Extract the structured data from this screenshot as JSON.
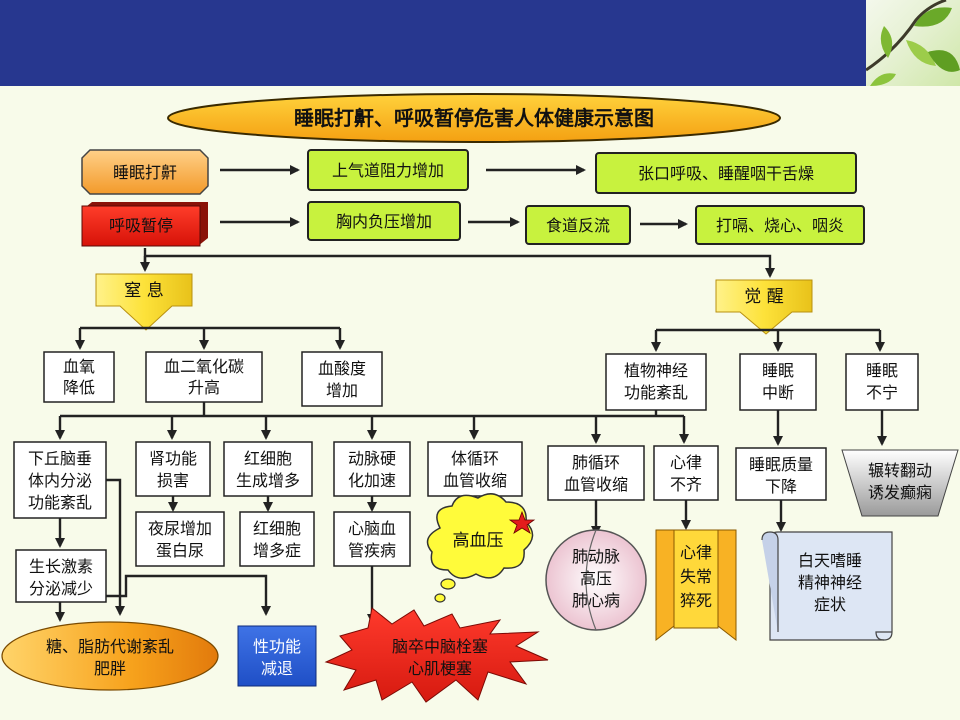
{
  "title": "睡眠打鼾、呼吸暂停危害人体健康示意图",
  "top": {
    "snoring": "睡眠打鼾",
    "apnea": "呼吸暂停",
    "upper_airway": "上气道阻力增加",
    "mouth_breathing": "张口呼吸、睡醒咽干舌燥",
    "chest_pressure": "胸内负压增加",
    "reflux": "食道反流",
    "hiccup": "打嗝、烧心、咽炎"
  },
  "suffocation": {
    "label": "窒    息"
  },
  "arousal": {
    "label": "觉    醒"
  },
  "level2": {
    "oxygen_low": [
      "血氧",
      "降低"
    ],
    "co2_high": [
      "血二氧化碳",
      "升高"
    ],
    "acidity_high": [
      "血酸度",
      "增加"
    ],
    "autonomic": [
      "植物神经",
      "功能紊乱"
    ],
    "sleep_interrupt": [
      "睡眠",
      "中断"
    ],
    "restless": [
      "睡眠",
      "不宁"
    ]
  },
  "level3": {
    "hypothalamus": [
      "下丘脑垂",
      "体内分泌",
      "功能紊乱"
    ],
    "kidney": [
      "肾功能",
      "损害"
    ],
    "rbc": [
      "红细胞",
      "生成增多"
    ],
    "artery": [
      "动脉硬",
      "化加速"
    ],
    "systemic": [
      "体循环",
      "血管收缩"
    ],
    "pulmonary": [
      "肺循环",
      "血管收缩"
    ],
    "arrhythmia": [
      "心律",
      "不齐"
    ],
    "sleep_quality": [
      "睡眠质量",
      "下降"
    ],
    "tossing": [
      "辗转翻动",
      "诱发癫痫"
    ]
  },
  "level4": {
    "growth_hormone": [
      "生长激素",
      "分泌减少"
    ],
    "nocturia": [
      "夜尿增加",
      "蛋白尿"
    ],
    "polycythemia": [
      "红细胞",
      "增多症"
    ],
    "cardio_cerebral": [
      "心脑血",
      "管疾病"
    ],
    "hypertension": "高血压",
    "pulmonary_hypertension": [
      "肺动脉",
      "高压",
      "肺心病"
    ],
    "sudden_death": [
      "心律",
      "失常",
      "猝死"
    ],
    "daytime_sleepiness": [
      "白天嗜睡",
      "精神神经",
      "症状"
    ]
  },
  "level5": {
    "metabolism": [
      "糖、脂肪代谢紊乱",
      "肥胖"
    ],
    "sexual": [
      "性功能",
      "减退"
    ],
    "stroke": [
      "脑卒中脑栓塞",
      "心肌梗塞"
    ]
  }
}
